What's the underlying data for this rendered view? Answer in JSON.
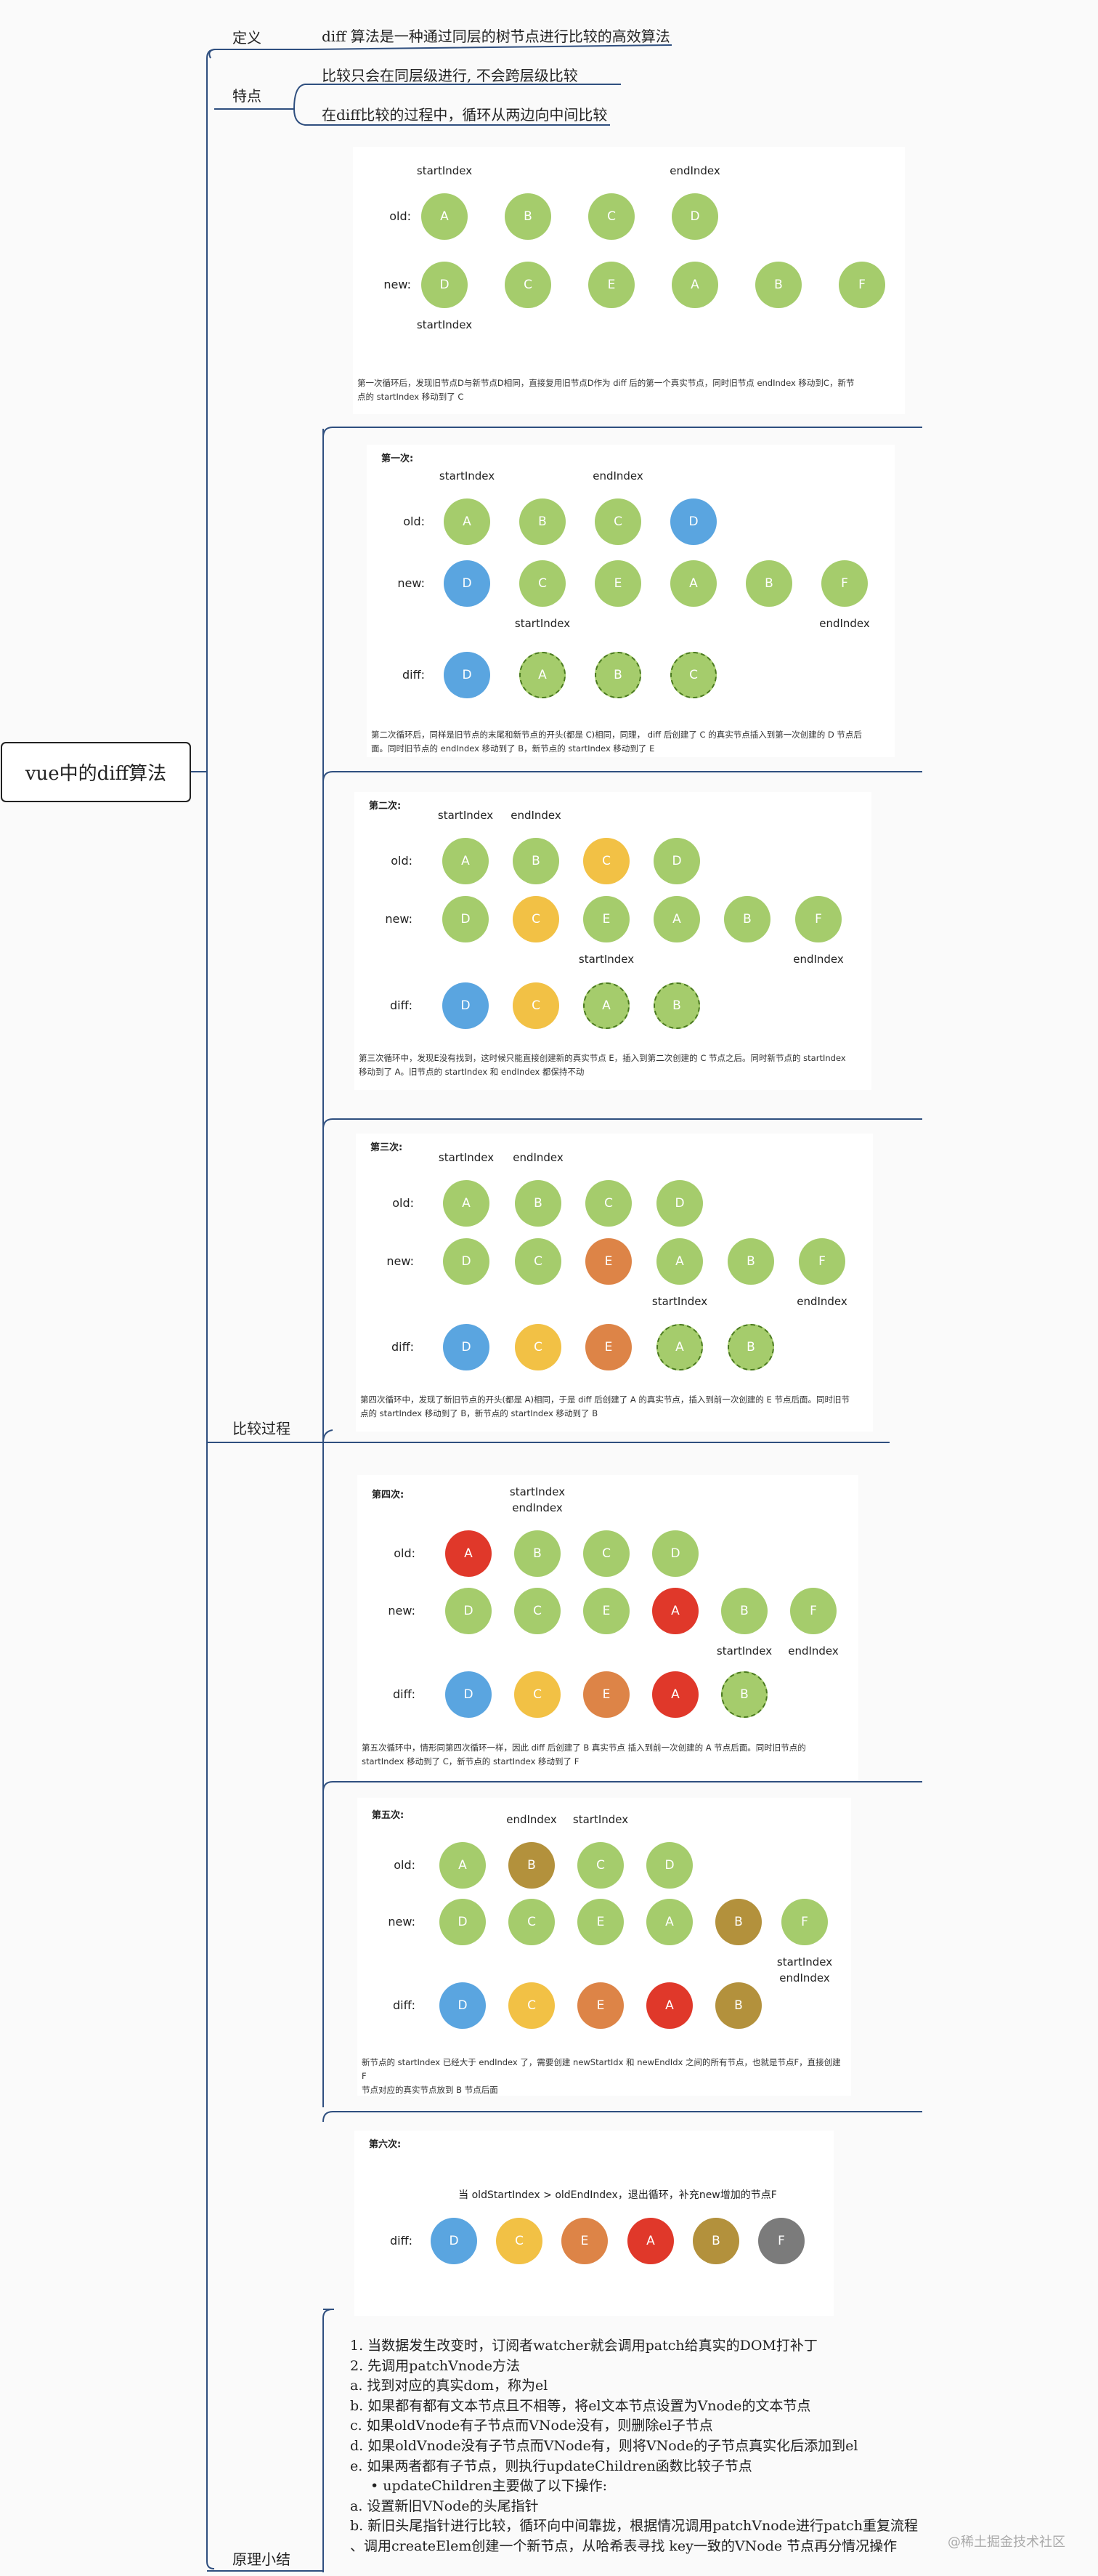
{
  "root": "vue中的diff算法",
  "branches": {
    "definition": {
      "label": "定义",
      "text": "diff 算法是一种通过同层的树节点进行比较的高效算法"
    },
    "features": {
      "label": "特点",
      "items": [
        "比较只会在同层级进行, 不会跨层级比较",
        "在diff比较的过程中，循环从两边向中间比较"
      ]
    },
    "process": {
      "label": "比较过程"
    },
    "summary": {
      "label": "原理小结"
    }
  },
  "colors": {
    "green": "#a5cc6c",
    "blue": "#5aa5e0",
    "yellow": "#f2c145",
    "orange": "#dd8447",
    "red": "#e0382a",
    "olive": "#b3913c",
    "gray": "#7b7b7b",
    "line": "#2f4f7f"
  },
  "panels": [
    {
      "title": "",
      "rows": [
        {
          "label": "old:",
          "nodes": [
            {
              "t": "A",
              "c": "green"
            },
            {
              "t": "B",
              "c": "green"
            },
            {
              "t": "C",
              "c": "green"
            },
            {
              "t": "D",
              "c": "green"
            }
          ]
        },
        {
          "label": "new:",
          "nodes": [
            {
              "t": "D",
              "c": "green"
            },
            {
              "t": "C",
              "c": "green"
            },
            {
              "t": "E",
              "c": "green"
            },
            {
              "t": "A",
              "c": "green"
            },
            {
              "t": "B",
              "c": "green"
            },
            {
              "t": "F",
              "c": "green"
            }
          ]
        }
      ],
      "indices": [
        {
          "row": 0,
          "pos": "above",
          "col": 0,
          "text": "startIndex"
        },
        {
          "row": 0,
          "pos": "above",
          "col": 3,
          "text": "endIndex"
        },
        {
          "row": 1,
          "pos": "below",
          "col": 0,
          "text": "startIndex"
        }
      ],
      "caption": [
        "第一次循环后，发现旧节点D与新节点D相同，直接复用旧节点D作为 diff 后的第一个真实节点，同时旧节点 endIndex 移动到C，新节",
        "点的  startIndex  移动到了 C"
      ]
    },
    {
      "title": "第一次:",
      "rows": [
        {
          "label": "old:",
          "nodes": [
            {
              "t": "A",
              "c": "green"
            },
            {
              "t": "B",
              "c": "green"
            },
            {
              "t": "C",
              "c": "green"
            },
            {
              "t": "D",
              "c": "blue"
            }
          ]
        },
        {
          "label": "new:",
          "nodes": [
            {
              "t": "D",
              "c": "blue"
            },
            {
              "t": "C",
              "c": "green"
            },
            {
              "t": "E",
              "c": "green"
            },
            {
              "t": "A",
              "c": "green"
            },
            {
              "t": "B",
              "c": "green"
            },
            {
              "t": "F",
              "c": "green"
            }
          ]
        },
        {
          "label": "diff:",
          "nodes": [
            {
              "t": "D",
              "c": "blue"
            },
            {
              "t": "A",
              "c": "green",
              "d": true
            },
            {
              "t": "B",
              "c": "green",
              "d": true
            },
            {
              "t": "C",
              "c": "green",
              "d": true
            }
          ]
        }
      ],
      "indices": [
        {
          "row": 0,
          "pos": "above",
          "col": 0,
          "text": "startIndex"
        },
        {
          "row": 0,
          "pos": "above",
          "col": 2,
          "text": "endIndex"
        },
        {
          "row": 1,
          "pos": "below",
          "col": 1,
          "text": "startIndex"
        },
        {
          "row": 1,
          "pos": "below",
          "col": 5,
          "text": "endIndex"
        }
      ],
      "caption": [
        "第二次循环后，同样是旧节点的末尾和新节点的开头(都是 C)相同，同理， diff  后创建了 C 的真实节点插入到第一次创建的 D 节点后",
        "面。同时旧节点的  endIndex  移动到了 B，新节点的  startIndex  移动到了 E"
      ]
    },
    {
      "title": "第二次:",
      "rows": [
        {
          "label": "old:",
          "nodes": [
            {
              "t": "A",
              "c": "green"
            },
            {
              "t": "B",
              "c": "green"
            },
            {
              "t": "C",
              "c": "yellow"
            },
            {
              "t": "D",
              "c": "green"
            }
          ]
        },
        {
          "label": "new:",
          "nodes": [
            {
              "t": "D",
              "c": "green"
            },
            {
              "t": "C",
              "c": "yellow"
            },
            {
              "t": "E",
              "c": "green"
            },
            {
              "t": "A",
              "c": "green"
            },
            {
              "t": "B",
              "c": "green"
            },
            {
              "t": "F",
              "c": "green"
            }
          ]
        },
        {
          "label": "diff:",
          "nodes": [
            {
              "t": "D",
              "c": "blue"
            },
            {
              "t": "C",
              "c": "yellow"
            },
            {
              "t": "A",
              "c": "green",
              "d": true
            },
            {
              "t": "B",
              "c": "green",
              "d": true
            }
          ]
        }
      ],
      "indices": [
        {
          "row": 0,
          "pos": "above",
          "col": 0,
          "text": "startIndex"
        },
        {
          "row": 0,
          "pos": "above",
          "col": 1,
          "text": "endIndex"
        },
        {
          "row": 1,
          "pos": "below",
          "col": 2,
          "text": "startIndex"
        },
        {
          "row": 1,
          "pos": "below",
          "col": 5,
          "text": "endIndex"
        }
      ],
      "caption": [
        "第三次循环中，发现E没有找到，这时候只能直接创建新的真实节点 E，插入到第二次创建的 C 节点之后。同时新节点的  startIndex",
        "移动到了 A。旧节点的  startIndex  和  endIndex  都保持不动"
      ]
    },
    {
      "title": "第三次:",
      "rows": [
        {
          "label": "old:",
          "nodes": [
            {
              "t": "A",
              "c": "green"
            },
            {
              "t": "B",
              "c": "green"
            },
            {
              "t": "C",
              "c": "green"
            },
            {
              "t": "D",
              "c": "green"
            }
          ]
        },
        {
          "label": "new:",
          "nodes": [
            {
              "t": "D",
              "c": "green"
            },
            {
              "t": "C",
              "c": "green"
            },
            {
              "t": "E",
              "c": "orange"
            },
            {
              "t": "A",
              "c": "green"
            },
            {
              "t": "B",
              "c": "green"
            },
            {
              "t": "F",
              "c": "green"
            }
          ]
        },
        {
          "label": "diff:",
          "nodes": [
            {
              "t": "D",
              "c": "blue"
            },
            {
              "t": "C",
              "c": "yellow"
            },
            {
              "t": "E",
              "c": "orange"
            },
            {
              "t": "A",
              "c": "green",
              "d": true
            },
            {
              "t": "B",
              "c": "green",
              "d": true
            }
          ]
        }
      ],
      "indices": [
        {
          "row": 0,
          "pos": "above",
          "col": 0,
          "text": "startIndex"
        },
        {
          "row": 0,
          "pos": "above",
          "col": 1,
          "text": "endIndex"
        },
        {
          "row": 1,
          "pos": "below",
          "col": 3,
          "text": "startIndex"
        },
        {
          "row": 1,
          "pos": "below",
          "col": 5,
          "text": "endIndex"
        }
      ],
      "caption": [
        "第四次循环中，发现了新旧节点的开头(都是 A)相同，于是  diff  后创建了 A 的真实节点，插入到前一次创建的 E 节点后面。同时旧节",
        "点的  startIndex  移动到了 B，新节点的  startIndex  移动到了 B"
      ]
    },
    {
      "title": "第四次:",
      "rows": [
        {
          "label": "old:",
          "nodes": [
            {
              "t": "A",
              "c": "red"
            },
            {
              "t": "B",
              "c": "green"
            },
            {
              "t": "C",
              "c": "green"
            },
            {
              "t": "D",
              "c": "green"
            }
          ]
        },
        {
          "label": "new:",
          "nodes": [
            {
              "t": "D",
              "c": "green"
            },
            {
              "t": "C",
              "c": "green"
            },
            {
              "t": "E",
              "c": "green"
            },
            {
              "t": "A",
              "c": "red"
            },
            {
              "t": "B",
              "c": "green"
            },
            {
              "t": "F",
              "c": "green"
            }
          ]
        },
        {
          "label": "diff:",
          "nodes": [
            {
              "t": "D",
              "c": "blue"
            },
            {
              "t": "C",
              "c": "yellow"
            },
            {
              "t": "E",
              "c": "orange"
            },
            {
              "t": "A",
              "c": "red"
            },
            {
              "t": "B",
              "c": "green",
              "d": true
            }
          ]
        }
      ],
      "indices": [
        {
          "row": 0,
          "pos": "above2",
          "col": 1,
          "text": "startIndex"
        },
        {
          "row": 0,
          "pos": "above",
          "col": 1,
          "text": "endIndex"
        },
        {
          "row": 1,
          "pos": "below",
          "col": 4,
          "text": "startIndex"
        },
        {
          "row": 1,
          "pos": "below",
          "col": 5,
          "text": "endIndex"
        }
      ],
      "caption": [
        "第五次循环中，情形同第四次循环一样，因此  diff  后创建了 B 真实节点 插入到前一次创建的 A 节点后面。同时旧节点的",
        " startIndex  移动到了 C，新节点的 startIndex 移动到了 F"
      ]
    },
    {
      "title": "第五次:",
      "rows": [
        {
          "label": "old:",
          "nodes": [
            {
              "t": "A",
              "c": "green"
            },
            {
              "t": "B",
              "c": "olive"
            },
            {
              "t": "C",
              "c": "green"
            },
            {
              "t": "D",
              "c": "green"
            }
          ]
        },
        {
          "label": "new:",
          "nodes": [
            {
              "t": "D",
              "c": "green"
            },
            {
              "t": "C",
              "c": "green"
            },
            {
              "t": "E",
              "c": "green"
            },
            {
              "t": "A",
              "c": "green"
            },
            {
              "t": "B",
              "c": "olive"
            },
            {
              "t": "F",
              "c": "green"
            }
          ]
        },
        {
          "label": "diff:",
          "nodes": [
            {
              "t": "D",
              "c": "blue"
            },
            {
              "t": "C",
              "c": "yellow"
            },
            {
              "t": "E",
              "c": "orange"
            },
            {
              "t": "A",
              "c": "red"
            },
            {
              "t": "B",
              "c": "olive"
            }
          ]
        }
      ],
      "indices": [
        {
          "row": 0,
          "pos": "above",
          "col": 1,
          "text": "endIndex"
        },
        {
          "row": 0,
          "pos": "above",
          "col": 2,
          "text": "startIndex"
        },
        {
          "row": 1,
          "pos": "below",
          "col": 5,
          "text": "startIndex"
        },
        {
          "row": 1,
          "pos": "below2",
          "col": 5,
          "text": "endIndex"
        }
      ],
      "caption": [
        "新节点的  startIndex  已经大于  endIndex  了，需要创建  newStartIdx  和  newEndIdx  之间的所有节点，也就是节点F，直接创建 F",
        "节点对应的真实节点放到 B 节点后面"
      ]
    },
    {
      "title": "第六次:",
      "message": "当 oldStartIndex > oldEndIndex，退出循环，补充new增加的节点F",
      "rows": [
        {
          "label": "diff:",
          "nodes": [
            {
              "t": "D",
              "c": "blue"
            },
            {
              "t": "C",
              "c": "yellow"
            },
            {
              "t": "E",
              "c": "orange"
            },
            {
              "t": "A",
              "c": "red"
            },
            {
              "t": "B",
              "c": "olive"
            },
            {
              "t": "F",
              "c": "gray"
            }
          ]
        }
      ],
      "indices": [],
      "caption": []
    }
  ],
  "summary_lines": [
    "1. 当数据发生改变时，订阅者watcher就会调用patch给真实的DOM打补丁",
    "2. 先调用patchVnode方法",
    "a. 找到对应的真实dom，称为el",
    "b. 如果都有都有文本节点且不相等，将el文本节点设置为Vnode的文本节点",
    "c. 如果oldVnode有子节点而VNode没有，则删除el子节点",
    "d. 如果oldVnode没有子节点而VNode有，则将VNode的子节点真实化后添加到el",
    "e. 如果两者都有子节点，则执行updateChildren函数比较子节点",
    "• updateChildren主要做了以下操作:",
    "a. 设置新旧VNode的头尾指针",
    "b. 新旧头尾指针进行比较，循环向中间靠拢，根据情况调用patchVnode进行patch重复流程",
    "、调用createElem创建一个新节点，从哈希表寻找 key一致的VNode 节点再分情况操作"
  ],
  "watermark": "@稀土掘金技术社区"
}
